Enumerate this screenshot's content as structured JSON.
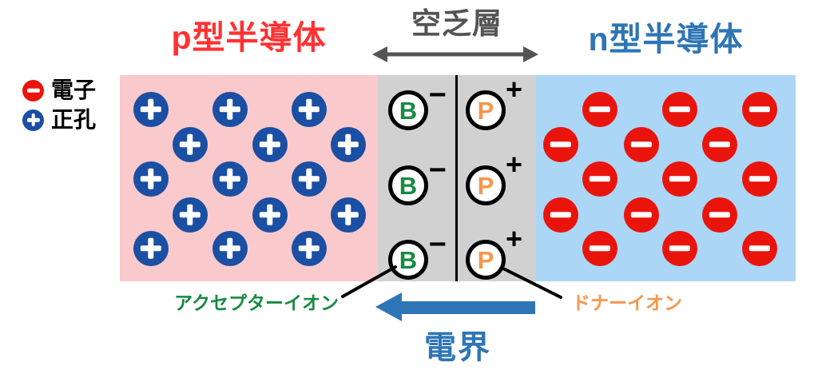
{
  "legend": {
    "items": [
      {
        "symbol": "−",
        "label": "電子",
        "color": "#e9140c",
        "icon": "electron-icon"
      },
      {
        "symbol": "+",
        "label": "正孔",
        "color": "#1a4fa3",
        "icon": "hole-icon"
      }
    ]
  },
  "regions": {
    "p": {
      "title": "p型半導体",
      "title_color": "#ff3232",
      "bg": "#f9c9cb"
    },
    "depletion": {
      "title": "空乏層",
      "title_color": "#545454",
      "bg": "#d2d1d1",
      "arrow_color": "#545454"
    },
    "n": {
      "title": "n型半導体",
      "title_color": "#2e75b6",
      "bg": "#abd6f5"
    }
  },
  "particles": {
    "holes": {
      "symbol": "+",
      "color": "#1a4fa3",
      "positions": [
        [
          189,
          137
        ],
        [
          288,
          137
        ],
        [
          387,
          137
        ],
        [
          238,
          181
        ],
        [
          338,
          181
        ],
        [
          436,
          181
        ],
        [
          189,
          224
        ],
        [
          288,
          224
        ],
        [
          387,
          224
        ],
        [
          238,
          269
        ],
        [
          338,
          269
        ],
        [
          436,
          269
        ],
        [
          189,
          311
        ],
        [
          288,
          311
        ],
        [
          387,
          311
        ]
      ]
    },
    "electrons": {
      "symbol": "−",
      "color": "#e9140c",
      "positions": [
        [
          751,
          137
        ],
        [
          851,
          137
        ],
        [
          951,
          137
        ],
        [
          702,
          181
        ],
        [
          803,
          181
        ],
        [
          901,
          181
        ],
        [
          751,
          224
        ],
        [
          851,
          224
        ],
        [
          951,
          224
        ],
        [
          702,
          269
        ],
        [
          803,
          269
        ],
        [
          901,
          269
        ],
        [
          751,
          311
        ],
        [
          851,
          311
        ],
        [
          951,
          311
        ]
      ]
    },
    "acceptor_ions": {
      "letter": "B",
      "sign": "−",
      "letter_color": "#168a42",
      "ring_color": "#000000",
      "positions": [
        [
          511,
          138
        ],
        [
          511,
          232
        ],
        [
          511,
          325
        ]
      ]
    },
    "donor_ions": {
      "letter": "P",
      "sign": "+",
      "letter_color": "#f7964b",
      "ring_color": "#000000",
      "positions": [
        [
          608,
          138
        ],
        [
          608,
          232
        ],
        [
          608,
          325
        ]
      ]
    }
  },
  "annotations": {
    "acceptor_label": {
      "text": "アクセプターイオン",
      "color": "#168a42"
    },
    "donor_label": {
      "text": "ドナーイオン",
      "color": "#f7964b"
    },
    "field_label": {
      "text": "電界",
      "color": "#2e75b6"
    },
    "field_arrow_color": "#2e75b6"
  }
}
